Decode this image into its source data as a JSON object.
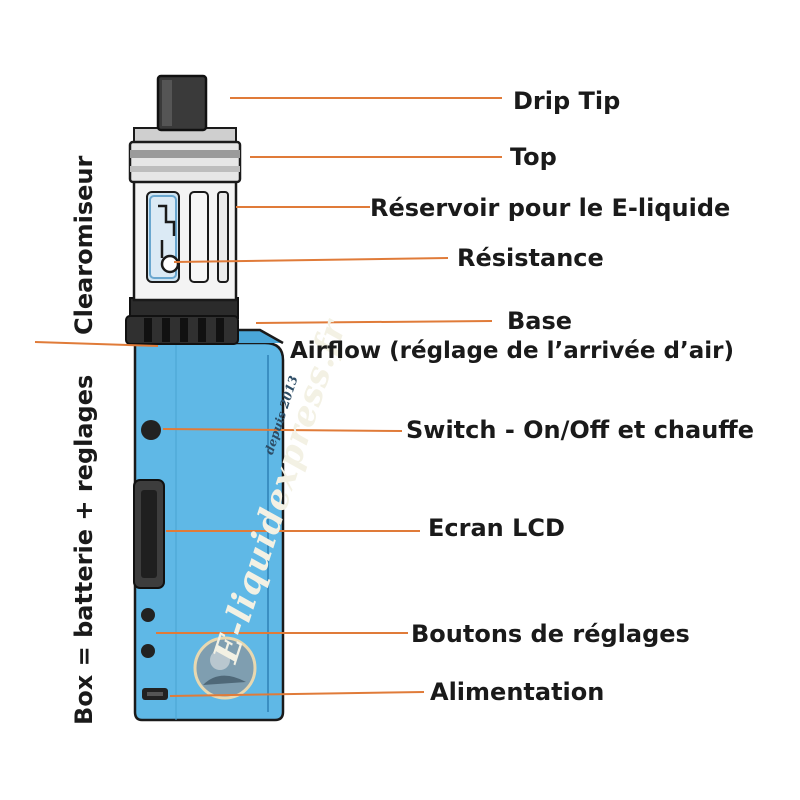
{
  "labels": {
    "drip_tip": "Drip Tip",
    "top": "Top",
    "reservoir": "Réservoir pour le E-liquide",
    "resistance": "Résistance",
    "base": "Base",
    "airflow": "Airflow (réglage de l’arrivée d’air)",
    "switch": "Switch - On/Off  et chauffe",
    "ecran": "Ecran LCD",
    "boutons": "Boutons de réglages",
    "alimentation": "Alimentation"
  },
  "vertical_labels": {
    "clearomiseur": "Clearomiseur",
    "box": "Box = batterie + reglages"
  },
  "watermark": {
    "brand": "E-liquidexpress.fr",
    "since": "depuis 2013"
  },
  "colors": {
    "leader_line": "#e07b39",
    "box_body": "#5fb8e6",
    "box_dark": "#3a8fc2",
    "outline": "#1a1a1a"
  }
}
